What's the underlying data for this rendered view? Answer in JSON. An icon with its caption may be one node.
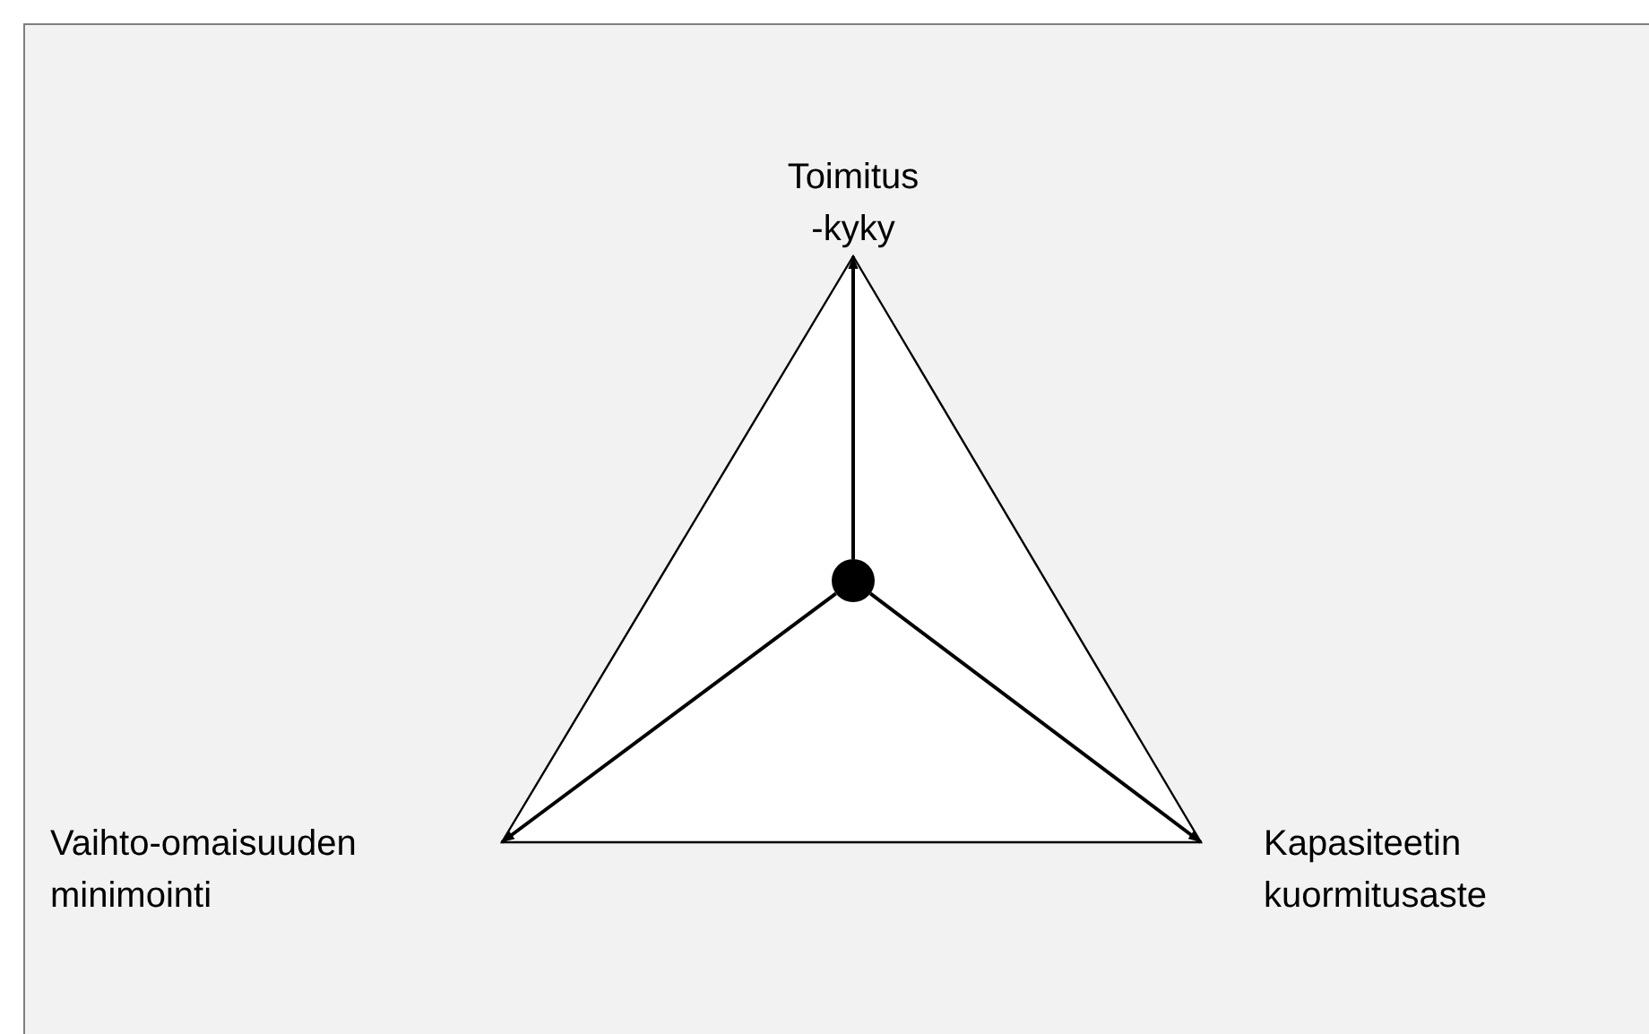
{
  "diagram": {
    "nodes": [
      {
        "text": [],
        "shape": "triangle"
      },
      {
        "text": [],
        "shape": "circle",
        "in": 0
      },
      {
        "text": [
          "Toimitus -kyky"
        ]
      },
      {
        "text": [
          "Vaihto-omaisuuden minimointi"
        ]
      },
      {
        "text": [
          "Kapasiteetin kuormitusaste"
        ]
      }
    ],
    "edges": [
      {
        "from": 1,
        "to": 2,
        "arrow": "to"
      },
      {
        "from": 1,
        "to": 3,
        "arrow": "to"
      },
      {
        "from": 1,
        "to": 4,
        "arrow": "to"
      }
    ]
  }
}
